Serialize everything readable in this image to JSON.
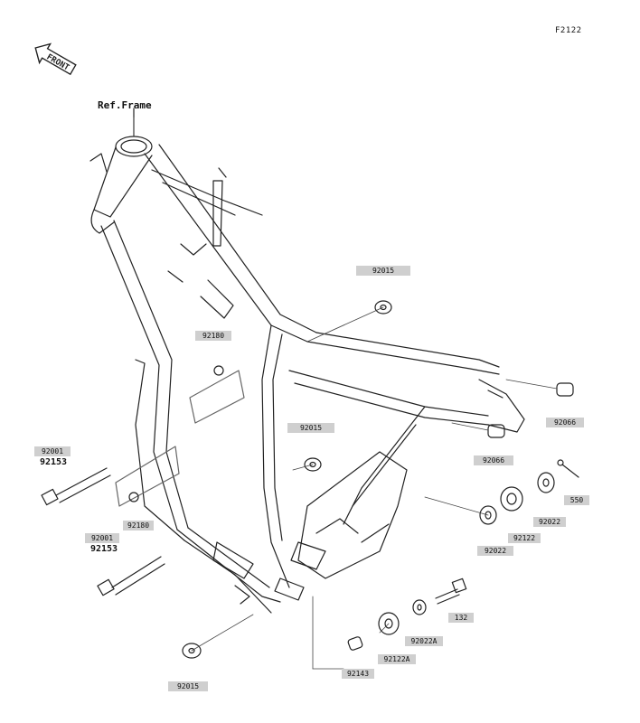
{
  "figure_code": "F2122",
  "front_badge": "FRONT",
  "ref_frame": "Ref.Frame",
  "part_labels": [
    {
      "id": "p-92015-top",
      "text": "92015"
    },
    {
      "id": "p-92180-top",
      "text": "92180"
    },
    {
      "id": "p-92015-mid",
      "text": "92015"
    },
    {
      "id": "p-92066-right",
      "text": "92066"
    },
    {
      "id": "p-92066-mid",
      "text": "92066"
    },
    {
      "id": "p-92001-a",
      "text": "92001"
    },
    {
      "id": "p-92153-a",
      "text": "92153"
    },
    {
      "id": "p-92180-low",
      "text": "92180"
    },
    {
      "id": "p-92001-b",
      "text": "92001"
    },
    {
      "id": "p-92153-b",
      "text": "92153"
    },
    {
      "id": "p-550",
      "text": "550"
    },
    {
      "id": "p-92022-a",
      "text": "92022"
    },
    {
      "id": "p-92122-a",
      "text": "92122"
    },
    {
      "id": "p-92022-b",
      "text": "92022"
    },
    {
      "id": "p-132",
      "text": "132"
    },
    {
      "id": "p-92022A",
      "text": "92022A"
    },
    {
      "id": "p-92122A",
      "text": "92122A"
    },
    {
      "id": "p-92143",
      "text": "92143"
    },
    {
      "id": "p-92015-bottom",
      "text": "92015"
    }
  ]
}
